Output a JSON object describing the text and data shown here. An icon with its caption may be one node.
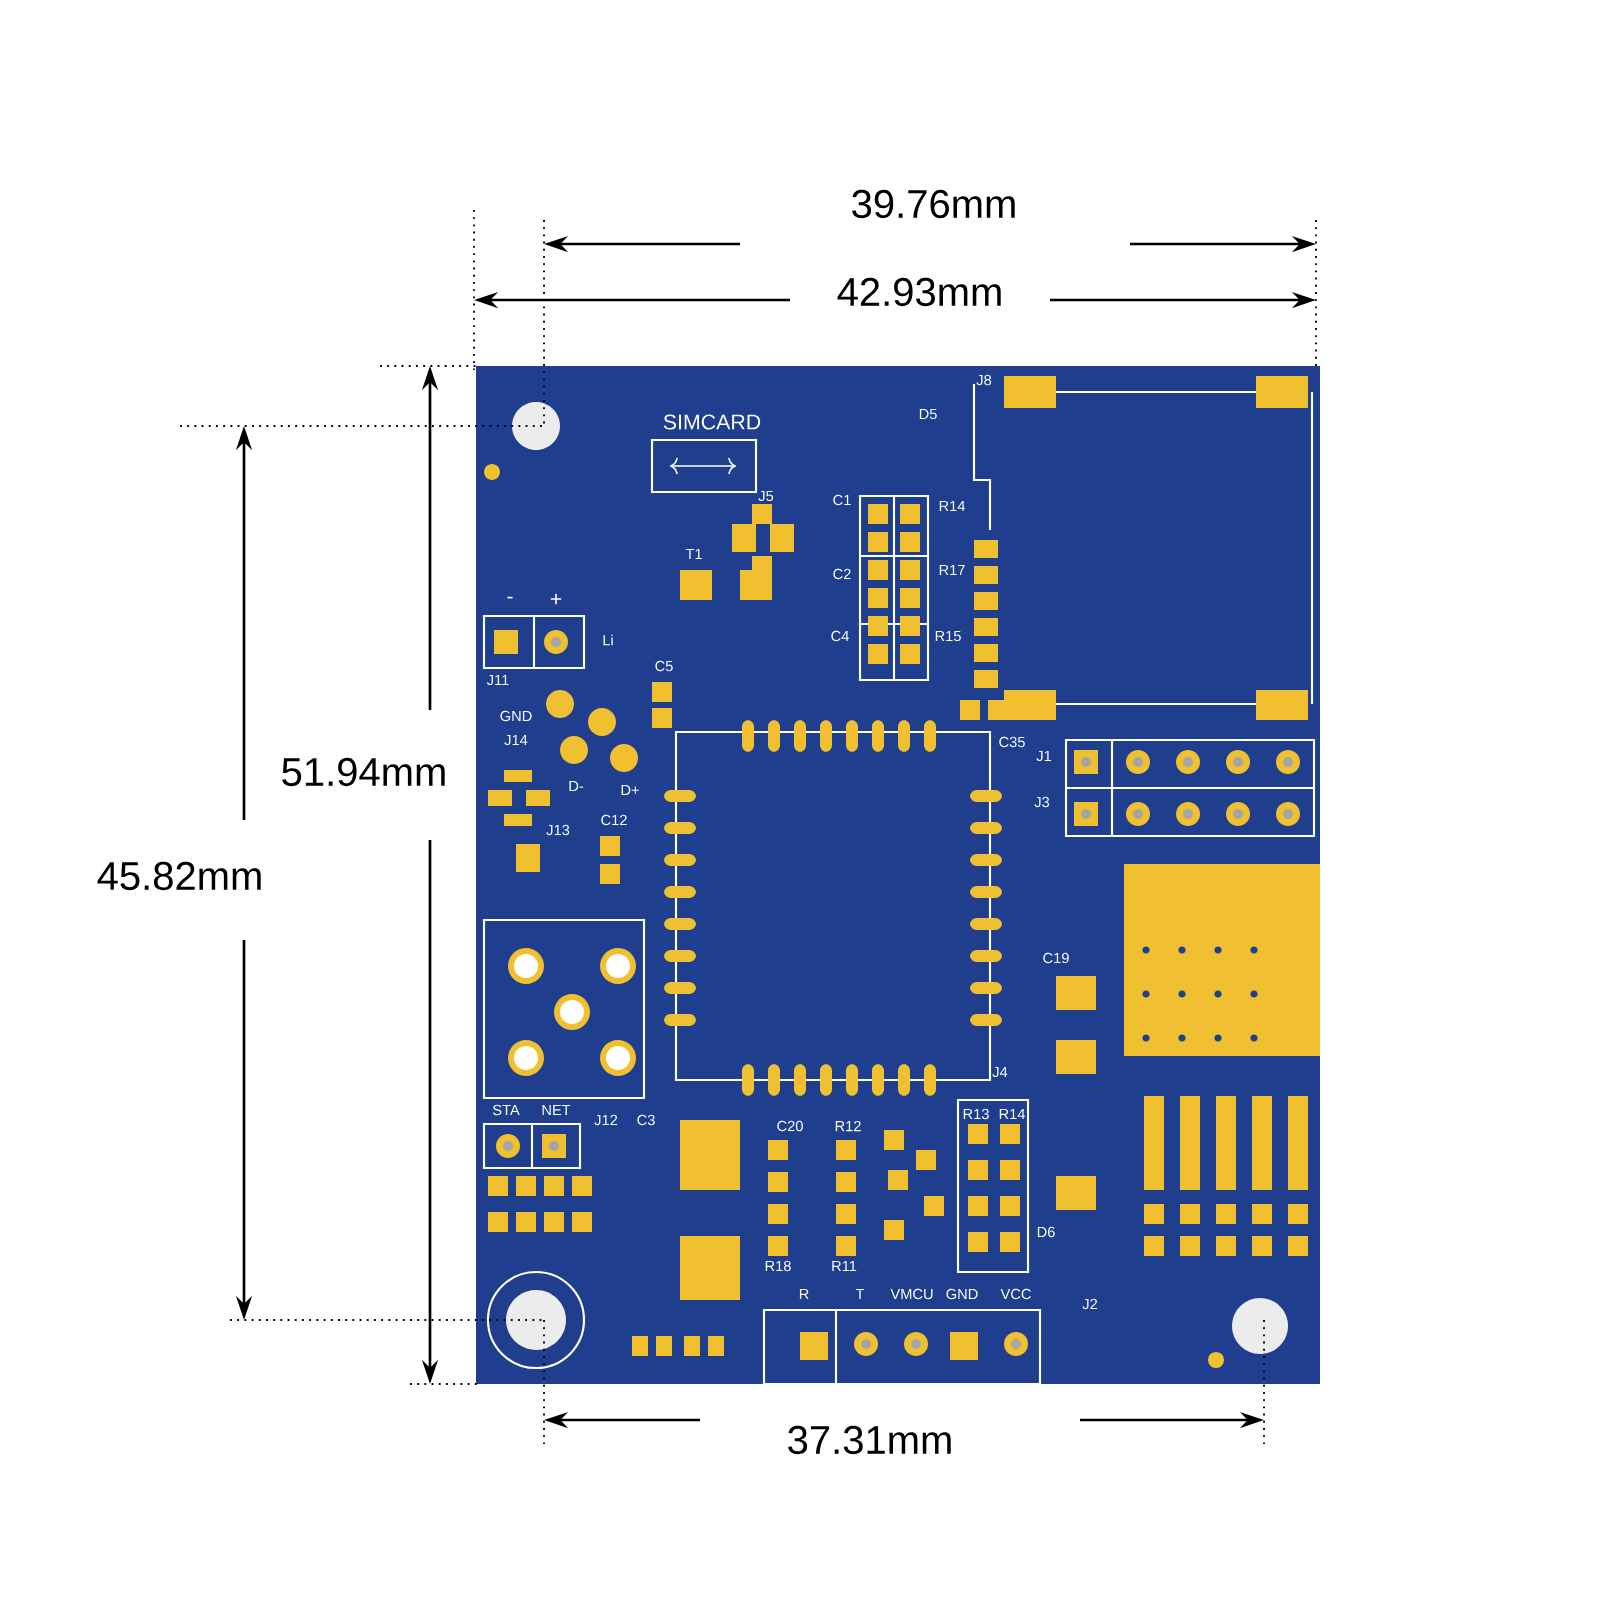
{
  "diagram": {
    "labels": [
      "39.76mm",
      "42.93mm",
      "J8",
      "SIMCARD",
      "D5",
      "C1",
      "R14",
      "J5",
      "T1",
      "C2",
      "R17",
      "51.94mm",
      "-",
      "+",
      "Li",
      "C4",
      "R15",
      "J11",
      "C5",
      "GND",
      "J14",
      "C35",
      "J1",
      "D-",
      "D+",
      "45.82mm",
      "J3",
      "J13",
      "C12",
      "C19",
      "J4",
      "STA",
      "NET",
      "J12",
      "C3",
      "C20",
      "R12",
      "R13",
      "R14",
      "D6",
      "R18",
      "R11",
      "R",
      "T",
      "VMCU",
      "GND",
      "VCC",
      "J2",
      "37.31mm"
    ]
  }
}
